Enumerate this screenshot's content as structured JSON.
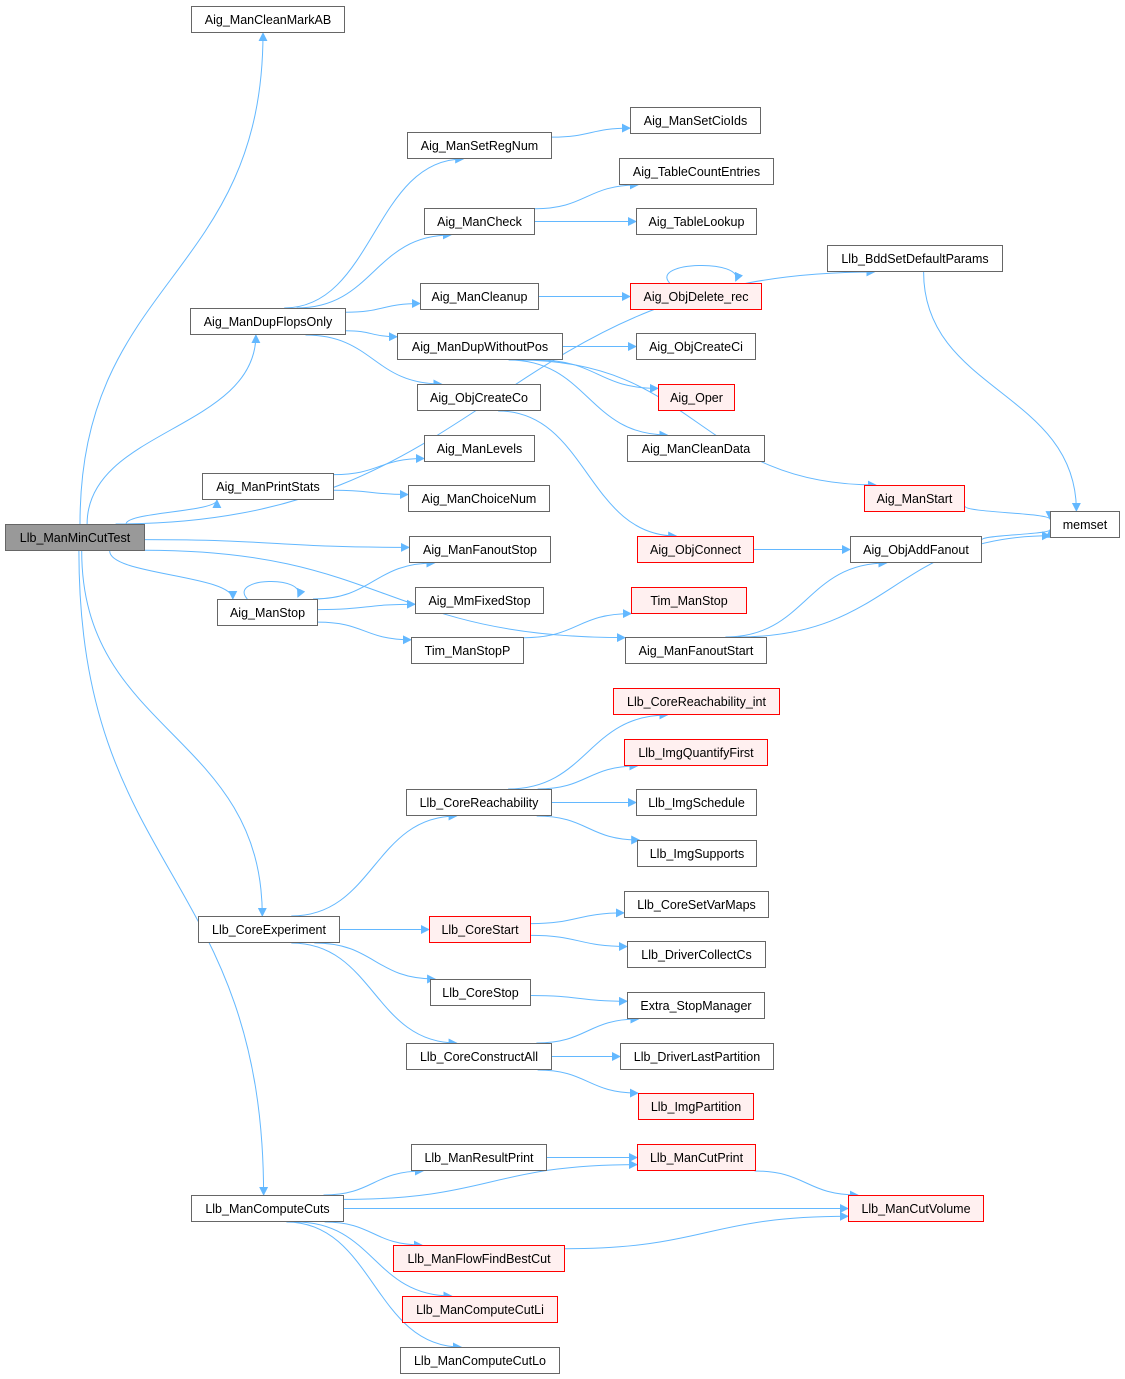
{
  "graph": {
    "edge_color": "#63b8ff",
    "node_border": "#666666",
    "root_fill": "#999999",
    "truncated_border": "#ff0000",
    "truncated_fill": "#fff0f0",
    "nodes": [
      {
        "id": "root",
        "label": "Llb_ManMinCutTest",
        "style": "root"
      },
      {
        "id": "cleanmark",
        "label": "Aig_ManCleanMarkAB",
        "style": "normal"
      },
      {
        "id": "setregnum",
        "label": "Aig_ManSetRegNum",
        "style": "normal"
      },
      {
        "id": "setcioids",
        "label": "Aig_ManSetCioIds",
        "style": "normal"
      },
      {
        "id": "tablecount",
        "label": "Aig_TableCountEntries",
        "style": "normal"
      },
      {
        "id": "mancheck",
        "label": "Aig_ManCheck",
        "style": "normal"
      },
      {
        "id": "tablelookup",
        "label": "Aig_TableLookup",
        "style": "normal"
      },
      {
        "id": "bddparams",
        "label": "Llb_BddSetDefaultParams",
        "style": "normal"
      },
      {
        "id": "cleanup",
        "label": "Aig_ManCleanup",
        "style": "normal"
      },
      {
        "id": "objdelete",
        "label": "Aig_ObjDelete_rec",
        "style": "red"
      },
      {
        "id": "dupflops",
        "label": "Aig_ManDupFlopsOnly",
        "style": "normal"
      },
      {
        "id": "dupwithout",
        "label": "Aig_ManDupWithoutPos",
        "style": "normal"
      },
      {
        "id": "objcreateci",
        "label": "Aig_ObjCreateCi",
        "style": "normal"
      },
      {
        "id": "objcreateco",
        "label": "Aig_ObjCreateCo",
        "style": "normal"
      },
      {
        "id": "oper",
        "label": "Aig_Oper",
        "style": "red"
      },
      {
        "id": "levels",
        "label": "Aig_ManLevels",
        "style": "normal"
      },
      {
        "id": "cleandata",
        "label": "Aig_ManCleanData",
        "style": "normal"
      },
      {
        "id": "printstats",
        "label": "Aig_ManPrintStats",
        "style": "normal"
      },
      {
        "id": "choicenum",
        "label": "Aig_ManChoiceNum",
        "style": "normal"
      },
      {
        "id": "manstart",
        "label": "Aig_ManStart",
        "style": "red"
      },
      {
        "id": "memset",
        "label": "memset",
        "style": "normal"
      },
      {
        "id": "fanoutstop",
        "label": "Aig_ManFanoutStop",
        "style": "normal"
      },
      {
        "id": "objconnect",
        "label": "Aig_ObjConnect",
        "style": "red"
      },
      {
        "id": "addfanout",
        "label": "Aig_ObjAddFanout",
        "style": "normal"
      },
      {
        "id": "manstop",
        "label": "Aig_ManStop",
        "style": "normal"
      },
      {
        "id": "mmfixedstop",
        "label": "Aig_MmFixedStop",
        "style": "normal"
      },
      {
        "id": "timmanstop",
        "label": "Tim_ManStop",
        "style": "red"
      },
      {
        "id": "timmanstopp",
        "label": "Tim_ManStopP",
        "style": "normal"
      },
      {
        "id": "fanoutstart",
        "label": "Aig_ManFanoutStart",
        "style": "normal"
      },
      {
        "id": "reachint",
        "label": "Llb_CoreReachability_int",
        "style": "red"
      },
      {
        "id": "quantfirst",
        "label": "Llb_ImgQuantifyFirst",
        "style": "red"
      },
      {
        "id": "corereach",
        "label": "Llb_CoreReachability",
        "style": "normal"
      },
      {
        "id": "imgschedule",
        "label": "Llb_ImgSchedule",
        "style": "normal"
      },
      {
        "id": "imgsupports",
        "label": "Llb_ImgSupports",
        "style": "normal"
      },
      {
        "id": "setvarmaps",
        "label": "Llb_CoreSetVarMaps",
        "style": "normal"
      },
      {
        "id": "coreexp",
        "label": "Llb_CoreExperiment",
        "style": "normal"
      },
      {
        "id": "corestart",
        "label": "Llb_CoreStart",
        "style": "red"
      },
      {
        "id": "collectcs",
        "label": "Llb_DriverCollectCs",
        "style": "normal"
      },
      {
        "id": "corestop",
        "label": "Llb_CoreStop",
        "style": "normal"
      },
      {
        "id": "extrastop",
        "label": "Extra_StopManager",
        "style": "normal"
      },
      {
        "id": "constructall",
        "label": "Llb_CoreConstructAll",
        "style": "normal"
      },
      {
        "id": "lastpartition",
        "label": "Llb_DriverLastPartition",
        "style": "normal"
      },
      {
        "id": "imgpartition",
        "label": "Llb_ImgPartition",
        "style": "red"
      },
      {
        "id": "resultprint",
        "label": "Llb_ManResultPrint",
        "style": "normal"
      },
      {
        "id": "cutprint",
        "label": "Llb_ManCutPrint",
        "style": "red"
      },
      {
        "id": "computecuts",
        "label": "Llb_ManComputeCuts",
        "style": "normal"
      },
      {
        "id": "cutvolume",
        "label": "Llb_ManCutVolume",
        "style": "red"
      },
      {
        "id": "flowbest",
        "label": "Llb_ManFlowFindBestCut",
        "style": "red"
      },
      {
        "id": "cutli",
        "label": "Llb_ManComputeCutLi",
        "style": "red"
      },
      {
        "id": "cutlo",
        "label": "Llb_ManComputeCutLo",
        "style": "normal"
      }
    ],
    "edges": [
      [
        "root",
        "cleanmark"
      ],
      [
        "root",
        "bddparams"
      ],
      [
        "root",
        "dupflops"
      ],
      [
        "root",
        "printstats"
      ],
      [
        "root",
        "fanoutstop"
      ],
      [
        "root",
        "manstop"
      ],
      [
        "root",
        "fanoutstart"
      ],
      [
        "root",
        "coreexp"
      ],
      [
        "root",
        "computecuts"
      ],
      [
        "dupflops",
        "setregnum"
      ],
      [
        "dupflops",
        "mancheck"
      ],
      [
        "dupflops",
        "cleanup"
      ],
      [
        "dupflops",
        "dupwithout"
      ],
      [
        "dupflops",
        "objcreateco"
      ],
      [
        "setregnum",
        "setcioids"
      ],
      [
        "mancheck",
        "tablecount"
      ],
      [
        "mancheck",
        "tablelookup"
      ],
      [
        "cleanup",
        "objdelete"
      ],
      [
        "objdelete",
        "objdelete"
      ],
      [
        "dupwithout",
        "objcreateci"
      ],
      [
        "dupwithout",
        "oper"
      ],
      [
        "dupwithout",
        "cleandata"
      ],
      [
        "dupwithout",
        "manstart"
      ],
      [
        "objcreateco",
        "objconnect"
      ],
      [
        "objconnect",
        "addfanout"
      ],
      [
        "bddparams",
        "memset"
      ],
      [
        "manstart",
        "memset"
      ],
      [
        "addfanout",
        "memset"
      ],
      [
        "printstats",
        "levels"
      ],
      [
        "printstats",
        "choicenum"
      ],
      [
        "manstop",
        "manstop"
      ],
      [
        "manstop",
        "fanoutstop"
      ],
      [
        "manstop",
        "mmfixedstop"
      ],
      [
        "manstop",
        "timmanstopp"
      ],
      [
        "timmanstopp",
        "timmanstop"
      ],
      [
        "fanoutstart",
        "addfanout"
      ],
      [
        "fanoutstart",
        "memset"
      ],
      [
        "coreexp",
        "corereach"
      ],
      [
        "coreexp",
        "corestart"
      ],
      [
        "coreexp",
        "corestop"
      ],
      [
        "coreexp",
        "constructall"
      ],
      [
        "corereach",
        "reachint"
      ],
      [
        "corereach",
        "quantfirst"
      ],
      [
        "corereach",
        "imgschedule"
      ],
      [
        "corereach",
        "imgsupports"
      ],
      [
        "corestart",
        "setvarmaps"
      ],
      [
        "corestart",
        "collectcs"
      ],
      [
        "corestop",
        "extrastop"
      ],
      [
        "constructall",
        "extrastop"
      ],
      [
        "constructall",
        "lastpartition"
      ],
      [
        "constructall",
        "imgpartition"
      ],
      [
        "computecuts",
        "cutprint"
      ],
      [
        "computecuts",
        "resultprint"
      ],
      [
        "computecuts",
        "cutvolume"
      ],
      [
        "computecuts",
        "flowbest"
      ],
      [
        "computecuts",
        "cutli"
      ],
      [
        "computecuts",
        "cutlo"
      ],
      [
        "resultprint",
        "cutprint"
      ],
      [
        "cutprint",
        "cutvolume"
      ],
      [
        "flowbest",
        "cutvolume"
      ]
    ]
  }
}
